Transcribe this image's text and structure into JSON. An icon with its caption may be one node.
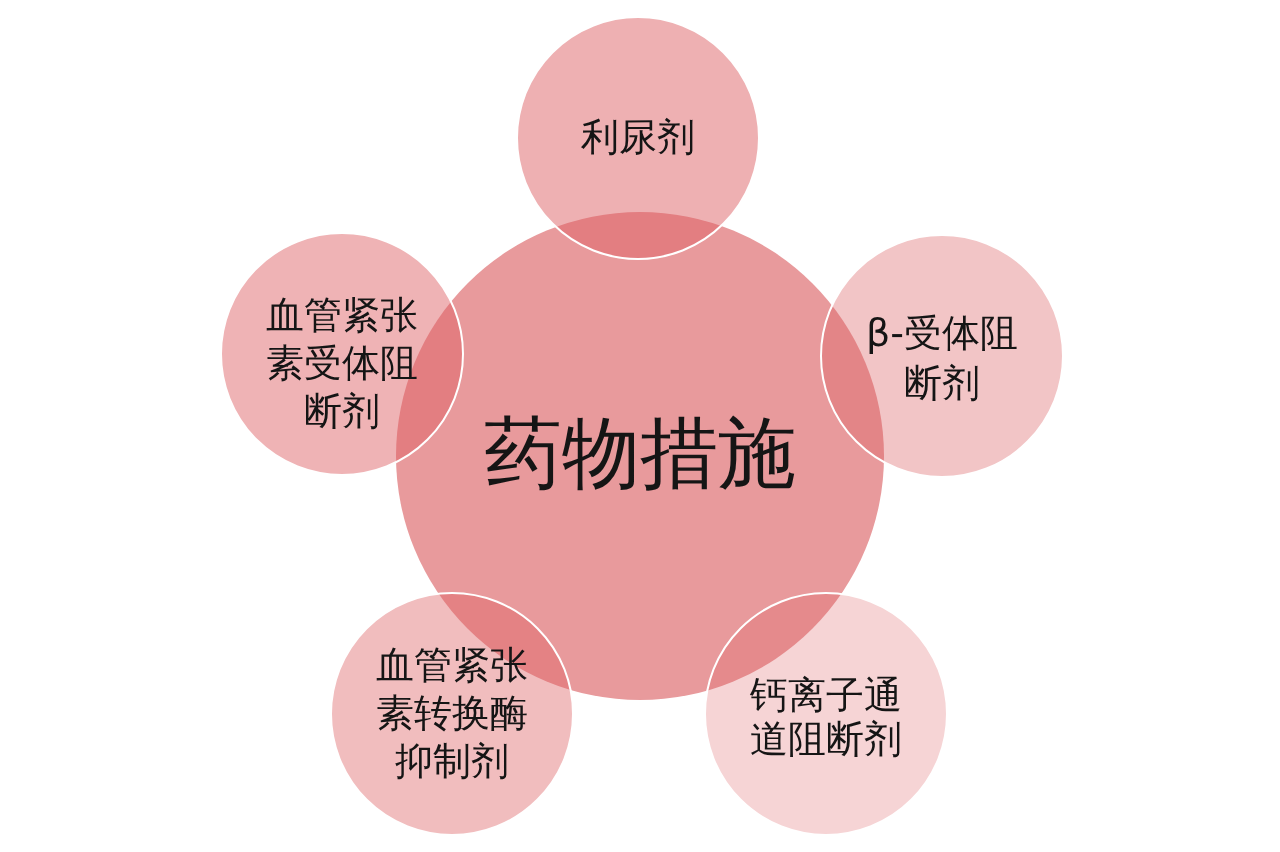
{
  "diagram": {
    "nodes": [
      {
        "text": [
          "药物措施"
        ]
      },
      {
        "text": [
          "利尿剂"
        ]
      },
      {
        "text": [
          "血管紧张素受体阻断剂"
        ]
      },
      {
        "text": [
          "β-受体阻断剂"
        ]
      },
      {
        "text": [
          "血管紧张素转换酶抑制剂"
        ]
      },
      {
        "text": [
          "钙离子通道阻断剂"
        ]
      }
    ]
  }
}
